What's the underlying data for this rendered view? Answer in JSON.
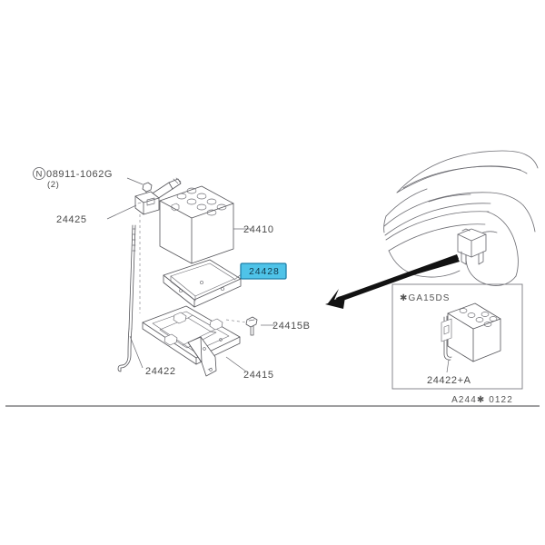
{
  "document": {
    "drawing_code": "A244✱ 0122",
    "type": "automotive-parts-exploded-diagram",
    "background_color": "#ffffff",
    "line_color": "#55555a"
  },
  "highlight": {
    "part_number": "24428",
    "fill_color": "#4fc3e8",
    "border_color": "#1f7fa8",
    "text_color": "#123a4d"
  },
  "callouts": {
    "nut_symbol": "N",
    "nut_code": "08911-1062G",
    "nut_qty": "(2)",
    "rod_bracket": "24425",
    "battery": "24410",
    "tray_highlighted": "24428",
    "bolt": "24415B",
    "hold_down_rod": "24422",
    "battery_carrier": "24415"
  },
  "inset": {
    "engine_code": "✱GA15DS",
    "part_number": "24422+A"
  },
  "vehicle_view": {
    "description": "front-three-quarter-car-outline",
    "component_label": "battery-location"
  }
}
